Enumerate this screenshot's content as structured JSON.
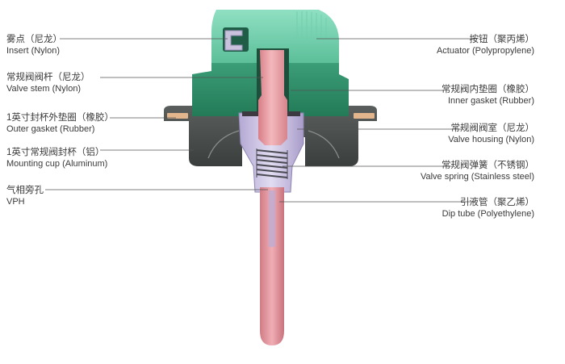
{
  "labels": {
    "left": [
      {
        "zh": "雾点（尼龙）",
        "en": "Insert (Nylon)"
      },
      {
        "zh": "常规阀阀杆（尼龙）",
        "en": "Valve stem (Nylon)"
      },
      {
        "zh": "1英寸封杯外垫圈（橡胶）",
        "en": "Outer gasket (Rubber)"
      },
      {
        "zh": "1英寸常规阀封杯（铝）",
        "en": "Mounting cup (Aluminum)"
      },
      {
        "zh": "气相旁孔",
        "en": "VPH"
      }
    ],
    "right": [
      {
        "zh": "按钮（聚丙烯）",
        "en": "Actuator (Polypropylene)"
      },
      {
        "zh": "常规阀内垫圈（橡胶）",
        "en": "Inner gasket (Rubber)"
      },
      {
        "zh": "常规阀阀室（尼龙）",
        "en": "Valve housing (Nylon)"
      },
      {
        "zh": "常规阀弹簧（不锈钢）",
        "en": "Valve spring (Stainless steel)"
      },
      {
        "zh": "引液管（聚乙烯）",
        "en": "Dip tube (Polyethylene)"
      }
    ]
  },
  "colors": {
    "actuator_top": "#7fd6b8",
    "actuator_bottom": "#2f8a66",
    "mounting_cup": "#4b4f4e",
    "stem": "#e49aa0",
    "housing": "#c7bfe0",
    "dip_tube": "#dd8f97",
    "gasket": "#e2b58d",
    "leader_line": "#555555"
  }
}
